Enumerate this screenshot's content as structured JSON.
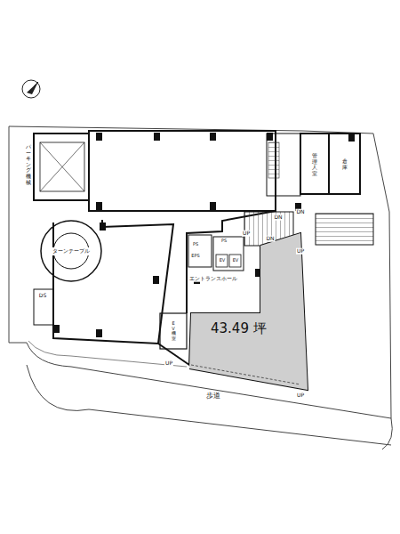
{
  "diagram": {
    "nodes": [
      {
        "text": [
          "43.49 坪"
        ]
      },
      {
        "text": [
          "ターンテーブル"
        ]
      }
    ],
    "labels": [
      "DN",
      "DN",
      "UP",
      "UP",
      "UP",
      "UP",
      "DN",
      "PS",
      "EPS",
      "PS",
      "EV",
      "EV",
      "エントランスホール",
      "管理人室",
      "倉庫",
      "EV機室",
      "歩道",
      "DS",
      "パーキング機械"
    ]
  }
}
